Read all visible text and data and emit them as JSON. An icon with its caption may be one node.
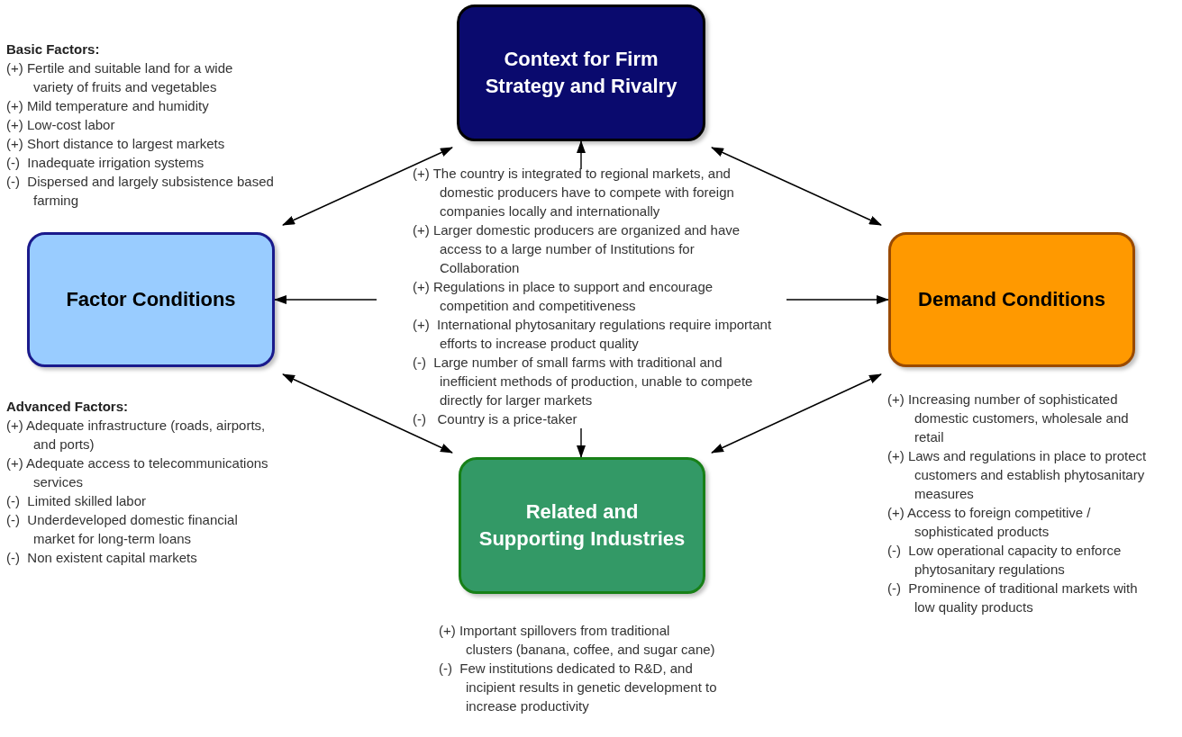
{
  "diagram": {
    "nodes": [
      {
        "text": [
          "Context for Firm Strategy and Rivalry"
        ]
      },
      {
        "text": [
          "Factor Conditions"
        ],
        "beside": [
          "Basic Factors:",
          "(+) Fertile and suitable land for a wide variety of fruits and vegetables",
          "(+) Mild temperature and humidity",
          "(+) Low-cost labor",
          "(+) Short distance to largest markets",
          "(-)  Inadequate irrigation systems",
          "(-)  Dispersed and largely subsistence based farming",
          "Advanced Factors:",
          "(+) Adequate infrastructure (roads, airports, and ports)",
          "(+) Adequate access to telecommunications services",
          "(-)  Limited skilled labor",
          "(-)  Underdeveloped domestic financial market for long-term loans",
          "(-)  Non existent capital markets"
        ]
      },
      {
        "text": [
          "(+) The country is integrated to regional markets, and domestic producers have to compete with foreign companies locally and internationally",
          "(+) Larger domestic producers are organized and have access to a large number of Institutions for Collaboration",
          "(+) Regulations in place to support and encourage competition and competitiveness",
          "(+)  International phytosanitary regulations require important efforts to increase product quality",
          "(-)  Large number of small farms with traditional and inefficient methods of production, unable to compete directly for larger markets",
          "(-)   Country is a price-taker"
        ]
      },
      {
        "text": [
          "Demand Conditions"
        ],
        "beside": [
          "(+) Increasing number of sophisticated domestic customers, wholesale and retail",
          "(+) Laws and regulations in place to protect customers and establish phytosanitary measures",
          "(+) Access to foreign competitive / sophisticated products",
          "(-)  Low operational capacity to enforce phytosanitary regulations",
          "(-)  Prominence of traditional markets with low quality products"
        ]
      },
      {
        "text": [
          "Related and Supporting Industries"
        ],
        "beside": [
          "(+) Important spillovers from traditional clusters (banana, coffee, and sugar cane)",
          "(-)  Few institutions dedicated to R&D, and incipient results in genetic development to increase productivity"
        ]
      }
    ],
    "edges": [
      {
        "from": 1,
        "to": 0,
        "arrow": "both"
      },
      {
        "from": 0,
        "to": 3,
        "arrow": "both"
      },
      {
        "from": 1,
        "to": 4,
        "arrow": "both"
      },
      {
        "from": 4,
        "to": 3,
        "arrow": "both"
      },
      {
        "from": 2,
        "to": 0,
        "arrow": "to"
      },
      {
        "from": 2,
        "to": 1,
        "arrow": "to"
      },
      {
        "from": 2,
        "to": 3,
        "arrow": "to"
      },
      {
        "from": 2,
        "to": 4,
        "arrow": "to"
      }
    ]
  }
}
